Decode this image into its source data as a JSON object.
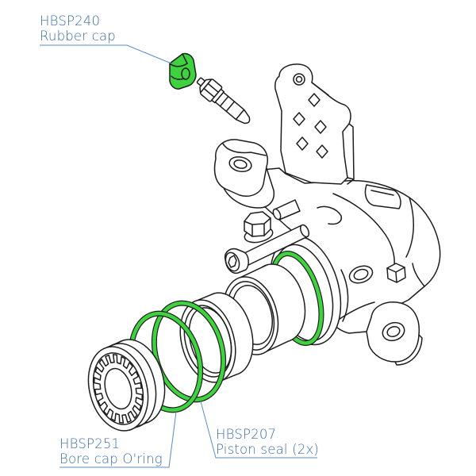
{
  "callouts": {
    "rubber_cap": {
      "part_number": "HBSP240",
      "description": "Rubber cap"
    },
    "bore_cap_oring": {
      "part_number": "HBSP251",
      "description": "Bore cap O'ring"
    },
    "piston_seal": {
      "part_number": "HBSP207",
      "description": "Piston seal (2x)"
    }
  },
  "colors": {
    "callout_text": "#3c6ea6",
    "leader_line": "#5a8cc2",
    "highlighted_part": "#3fd23f",
    "line_art": "#1d1d1d"
  }
}
